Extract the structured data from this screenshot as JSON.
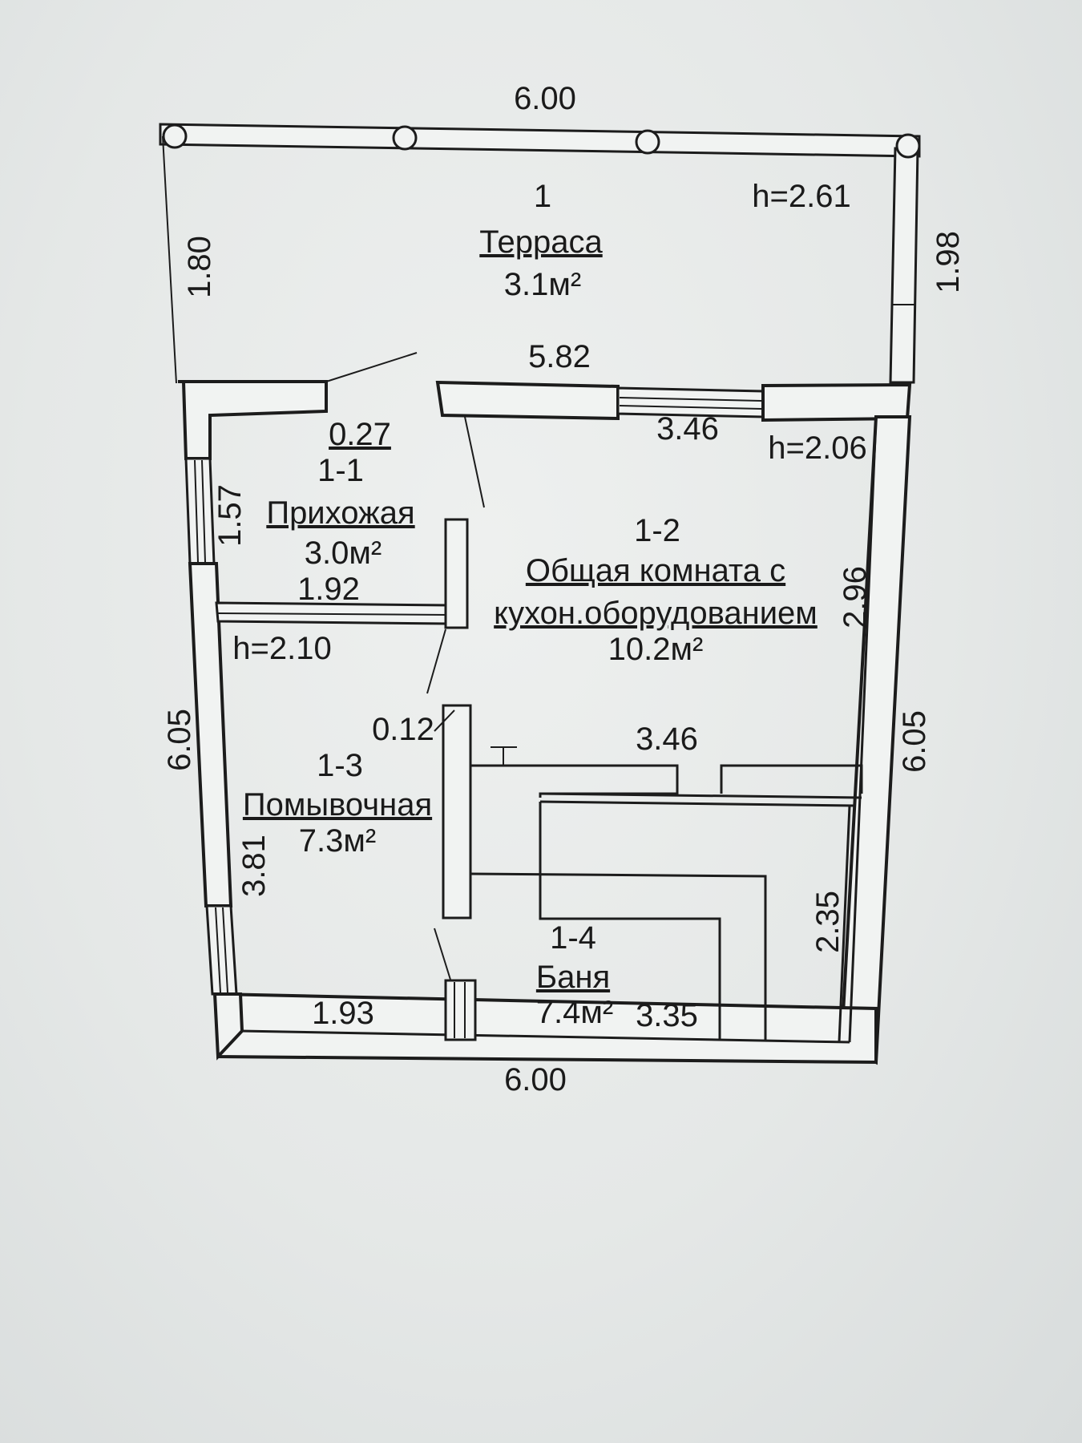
{
  "terrace": {
    "width_top": "6.00",
    "depth_left": "1.80",
    "depth_right": "1.98",
    "number": "1",
    "name": "Терраса",
    "area": "3.1м²",
    "height": "h=2.61"
  },
  "house": {
    "wall_length_top": "5.82",
    "window_width": "3.46",
    "height_main": "h=2.06",
    "width_bottom": "6.00",
    "depth_left": "6.05",
    "depth_right": "6.05"
  },
  "hallway": {
    "number": "1-1",
    "name": "Прихожая",
    "area": "3.0м²",
    "door_offset": "0.27",
    "depth": "1.57",
    "width": "1.92"
  },
  "common_room": {
    "number": "1-2",
    "name_line1": "Общая комната с",
    "name_line2": "кухон.оборудованием",
    "area": "10.2м²",
    "depth": "2.96",
    "width_bottom": "3.46"
  },
  "washroom": {
    "number": "1-3",
    "name": "Помывочная",
    "area": "7.3м²",
    "height": "h=2.10",
    "wall_gap": "0.12",
    "depth": "3.81",
    "width": "1.93"
  },
  "sauna": {
    "number": "1-4",
    "name": "Баня",
    "area": "7.4м²",
    "width": "3.35",
    "depth": "2.35"
  }
}
